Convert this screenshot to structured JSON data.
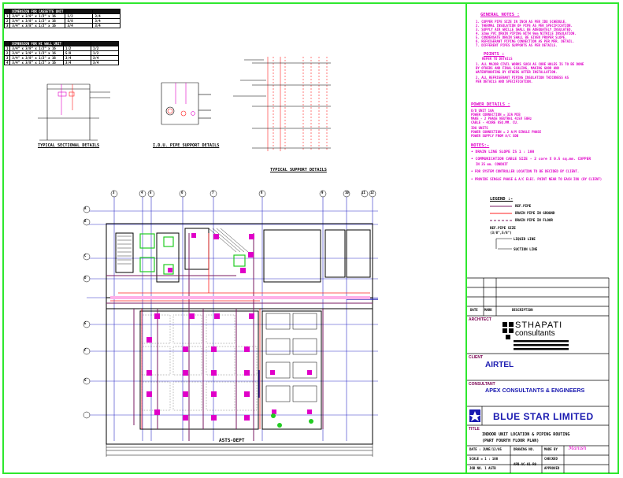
{
  "drawing": {
    "tables": {
      "table1": {
        "header": [
          "DIMENSION FOR CASSETTE UNIT",
          "",
          ""
        ],
        "rows": [
          [
            "1",
            "3/4\" x 3/8\" x 1/2\" x 16",
            "1/2",
            "3/4"
          ],
          [
            "2",
            "3/4\" x 3/8\" x 1/2\" x 16",
            "5/8",
            "3/4"
          ],
          [
            "3",
            "3/4\" x 3/8\" x 1/2\" x 16",
            "3/4",
            "3/4"
          ]
        ]
      },
      "table2": {
        "header": [
          "DIMENSION FOR HI WALL UNIT",
          "",
          ""
        ],
        "rows": [
          [
            "1",
            "3/4\" x 3/8\" x 1/2\" x 16",
            "1/2",
            "1/2"
          ],
          [
            "2",
            "3/4\" x 3/8\" x 1/2\" x 16",
            "5/8",
            "1/2"
          ],
          [
            "3",
            "3/4\" x 3/8\" x 1/2\" x 16",
            "3/4",
            "3/4"
          ],
          [
            "4",
            "3/4\" x 3/8\" x 1/2\" x 16",
            "3/4",
            "3/4"
          ]
        ]
      }
    },
    "captions": {
      "sectional": "TYPICAL SECTIONAL DETAILS",
      "indoor": "I.D.U. PIPE SUPPORT DETAILS",
      "support": "TYPICAL SUPPORT DETAILS"
    },
    "plan_label": "ASTS-DEPT",
    "grid_labels": [
      "A",
      "B",
      "C",
      "D",
      "E",
      "F",
      "G"
    ],
    "column_labels": [
      "3",
      "4",
      "5",
      "6",
      "7",
      "8",
      "9",
      "10",
      "11",
      "12"
    ]
  },
  "notes": {
    "general_title": "GENERAL NOTES :",
    "general": [
      "1. COPPER PIPE SIZE IN INCH  AS PER IDU SCHEDULE.",
      "2. THERMAL INSULATION OF PIPE AS PER SPECIFICATION.",
      "3. SUPPLY AIR GRILLE SHALL BE ADEQUATELY INSULATED.",
      "4. 32mm PVC DRAIN PIPING WITH 9mm NITRILE INSULATION.",
      "5. CONDENSATE DRAIN SHALL BE GIVEN PROPER SLOPE.",
      "6. REFRIGERANT PIPING CONNECTION AS PER MFR. DETAIL.",
      "7. DIFFERENT PIPES SUPPORTS AS PER DETAILS."
    ],
    "points_title": "POINTS :",
    "points_sub": "REFER TO DETAILS",
    "points": [
      "1. ALL MAJOR CIVIL WORKS SUCH AS CORE HOLES IS TO BE DONE",
      "   BY OTHERS AND FINAL SCALING, MAKING GOOD AND",
      "   WATERPROOFING BY OTHERS AFTER INSTALLATION.",
      "2. ALL REFRIGERANT PIPING INSULATION THICKNESS AS",
      "   PER DETAILS AND SPECIFICATION."
    ],
    "power_title": "POWER DETAILS :",
    "power": [
      "O/D UNIT 10A",
      "POWER CONNECTION = 32A MCB",
      "MAKE - 2 PHASE NEUTRAL 415V 50Hz",
      "CABLE - 4CORE 6SQ.MM. CU.",
      "IDU UNITS",
      "POWER CONNECTION = 2 A/M SINGLE PHASE",
      "POWER SUPPLY FROM A/C SDB"
    ],
    "notes_title": "NOTES:-",
    "bullets": [
      "DRAIN LINE SLOPE IS 1 : 100",
      "COMMUNICATION CABLE SIZE - 2 core X 0.5 sq.mm. COPPER",
      "IN 25 mm. CONDUIT",
      "FOR SYSTEM CONTROLLER LOCATION TO BE DECIDED BY CLIENT.",
      "PROVIDE SINGLE PHASE & A/C ELEC. POINT NEAR TO EACH IDU (BY CLIENT)"
    ]
  },
  "legend": {
    "title": "LEGEND :-",
    "items": [
      {
        "label": "REF.PIPE",
        "color": "#7a1a60"
      },
      {
        "label": "DRAIN PIPE IN GROUND",
        "color": "#ff2020"
      },
      {
        "label": "DRAIN PIPE IN FLOOR",
        "color": "#7a1a60"
      }
    ],
    "pipe_size_label": "REF.PIPE SIZE",
    "pipe_size_value": "(3/8\",5/8\")",
    "liquid_label": "LIQUID LINE",
    "suction_label": "SUCTION LINE"
  },
  "titleblock": {
    "headers": {
      "date": "DATE",
      "mark": "MARK",
      "description": "DESCRIPTION"
    },
    "architect_label": "ARCHITECT",
    "architect_name": "STHAPATI",
    "architect_sub": "consultants",
    "client_label": "CLIENT",
    "client_name": "AIRTEL",
    "consultant_label": "CONSULTANT",
    "consultant_name": "APEX CONSULTANTS & ENGINEERS",
    "contractor_name": "BLUE STAR LIMITED",
    "title_label": "TITLE",
    "title_lines": [
      "INDOOR UNIT LOCATION & PIPING ROUTING",
      "(PART FOURTH FLOOR PLAN)"
    ],
    "date_label": "DATE : JUNE/12/05",
    "drawing_no_label": "DRAWING NO.",
    "made_by_label": "MADE BY",
    "signature": "Manish",
    "scale_label": "SCALE = 1 : 100",
    "drawing_no": "APB-AC-01-R0",
    "checked_label": "CHECKED",
    "job_label": "JOB NO. 1 ASTB",
    "approved_label": "APPROVED"
  },
  "colors": {
    "border": "#2ee82e",
    "magenta": "#e000c8",
    "blue": "#1a1ab0",
    "pipe": "#7a1a60",
    "drain": "#ff2020"
  }
}
